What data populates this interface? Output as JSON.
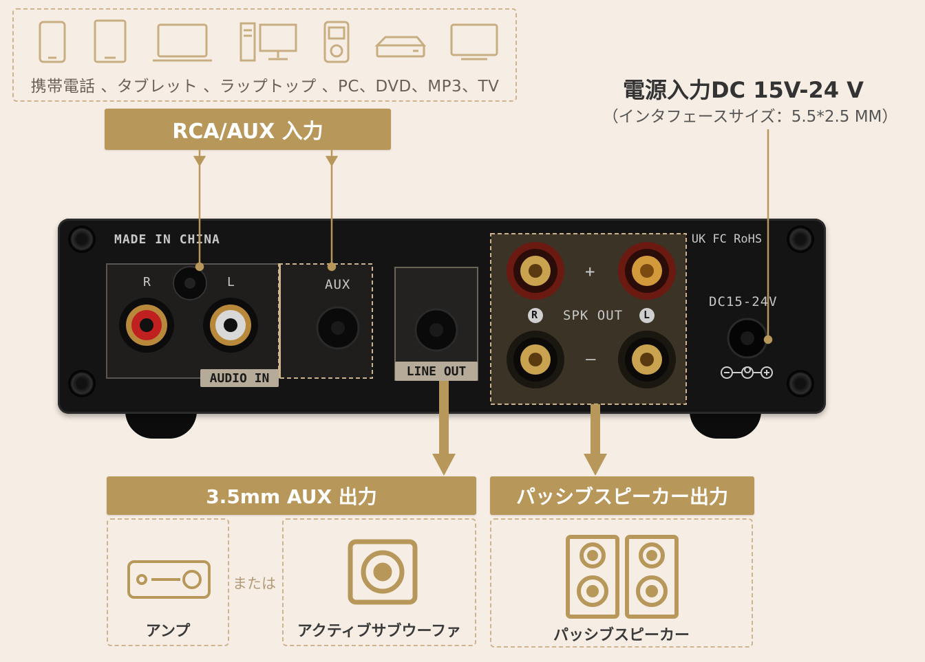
{
  "devices_caption": "携帯電話 、タブレット 、ラップトップ 、PC、DVD、MP3、TV",
  "device_icons": [
    "phone-icon",
    "tablet-icon",
    "laptop-icon",
    "pc-icon",
    "mp3-player-icon",
    "dvd-player-icon",
    "tv-icon"
  ],
  "rca_aux_label": "RCA/AUX 入力",
  "dc_input": {
    "title": "電源入力DC 15V-24 V",
    "subtitle": "（インタフェースサイズ：5.5*2.5 MM）"
  },
  "panel": {
    "made_in": "MADE IN CHINA",
    "r": "R",
    "l": "L",
    "aux": "AUX",
    "audio_in": "AUDIO IN",
    "line_out": "LINE OUT",
    "plus": "+",
    "minus": "–",
    "spk_out": "SPK OUT",
    "spk_r": "R",
    "spk_l": "L",
    "dc": "DC15-24V",
    "certs": "C€ UK FC RoHS"
  },
  "aux_out_label": "3.5mm AUX 出力",
  "passive_out_label": "パッシブスピーカー出力",
  "amp_label": "アンプ",
  "or_label": "または",
  "subwoofer_label": "アクティブサブウーファ",
  "passive_speaker_label": "パッシブスピーカー",
  "colors": {
    "gold": "#b8975a",
    "background": "#f6eee4",
    "panel": "#141414"
  }
}
